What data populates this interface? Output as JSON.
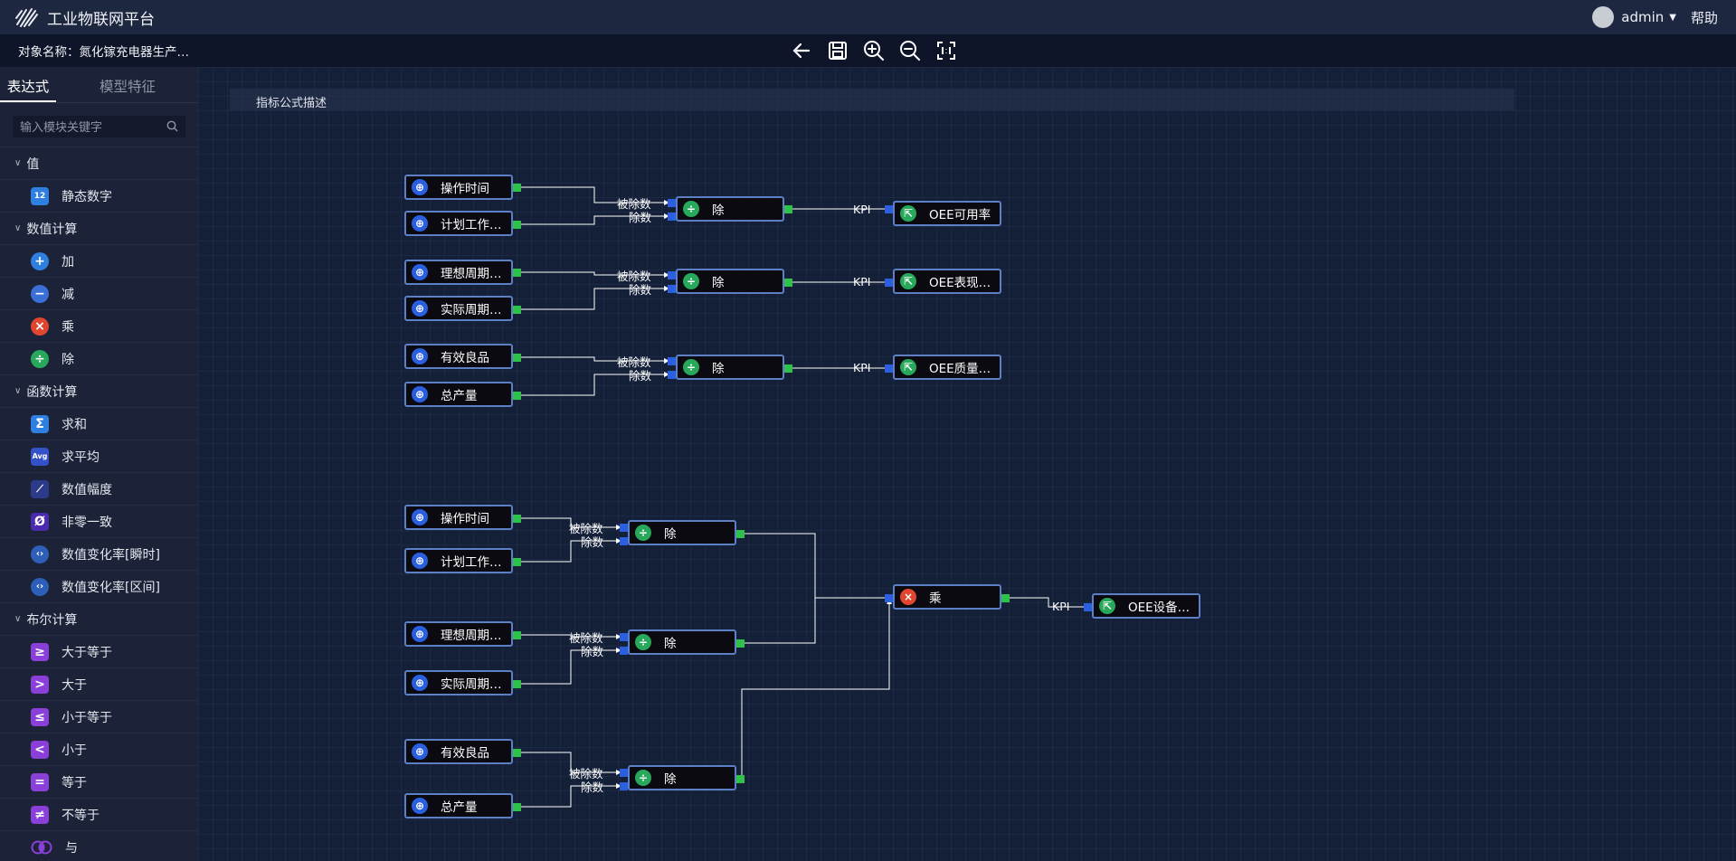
{
  "app": {
    "title": "工业物联网平台",
    "user": "admin",
    "help": "帮助"
  },
  "toolbar": {
    "object_label": "对象名称：氮化镓充电器生产…"
  },
  "sidebar": {
    "tabs": [
      "表达式",
      "模型特征"
    ],
    "search_placeholder": "输入模块关键字",
    "groups": {
      "value": {
        "label": "值",
        "items": {
          "static_number": "静态数字"
        }
      },
      "numeric": {
        "label": "数值计算",
        "items": {
          "add": "加",
          "sub": "减",
          "mul": "乘",
          "div": "除"
        }
      },
      "function": {
        "label": "函数计算",
        "items": {
          "sum": "求和",
          "avg": "求平均",
          "amplitude": "数值幅度",
          "nonzero": "非零一致",
          "rate_instant": "数值变化率[瞬时]",
          "rate_interval": "数值变化率[区间]"
        }
      },
      "bool": {
        "label": "布尔计算",
        "items": {
          "gte": "大于等于",
          "gt": "大于",
          "lte": "小于等于",
          "lt": "小于",
          "eq": "等于",
          "neq": "不等于",
          "and": "与"
        }
      }
    },
    "icon_text": {
      "static_number": "12",
      "avg": "Avg",
      "nonzero": "Ø"
    }
  },
  "canvas": {
    "description_label": "指标公式描述",
    "port_labels": {
      "dividend": "被除数",
      "divisor": "除数",
      "kpi": "KPI"
    },
    "nodes": {
      "op_time_1": "操作时间",
      "plan_time_1": "计划工作…",
      "ideal_cycle_1": "理想周期…",
      "actual_cycle_1": "实际周期…",
      "good_1": "有效良品",
      "total_1": "总产量",
      "div_1": "除",
      "div_2": "除",
      "div_3": "除",
      "kpi_availability": "OEE可用率",
      "kpi_performance": "OEE表现…",
      "kpi_quality": "OEE质量…",
      "op_time_2": "操作时间",
      "plan_time_2": "计划工作…",
      "ideal_cycle_2": "理想周期…",
      "actual_cycle_2": "实际周期…",
      "good_2": "有效良品",
      "total_2": "总产量",
      "div_4": "除",
      "div_5": "除",
      "div_6": "除",
      "mul_1": "乘",
      "kpi_oee": "OEE设备…"
    }
  },
  "colors": {
    "accent_blue": "#2a5fe0",
    "output_green": "#2fc24a",
    "node_border": "#5c7fc6",
    "div_green": "#27a85a",
    "mul_red": "#e2452f",
    "bool_purple": "#8a3fd8"
  }
}
